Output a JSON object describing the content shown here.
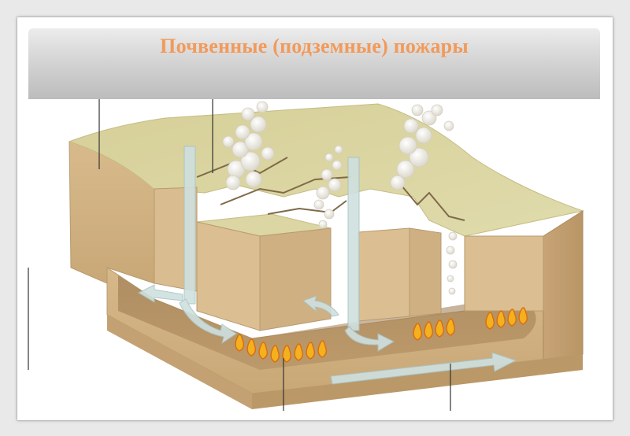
{
  "slide": {
    "title": "Почвенные (подземные) пожары"
  },
  "colors": {
    "title": "#f29a5a",
    "ground_top": "#d9d4a0",
    "soil_front": "#d6b98c",
    "soil_side": "#c9a578",
    "cavity": "#a07d52",
    "flame_outer": "#f0a31c",
    "flame_inner": "#fde08a",
    "smoke": "#f3f1ea",
    "air_arrow": "#c8dcdc"
  },
  "icons": [
    "smoke-puff",
    "flame-icon",
    "air-flow-arrow",
    "pointer-line"
  ]
}
